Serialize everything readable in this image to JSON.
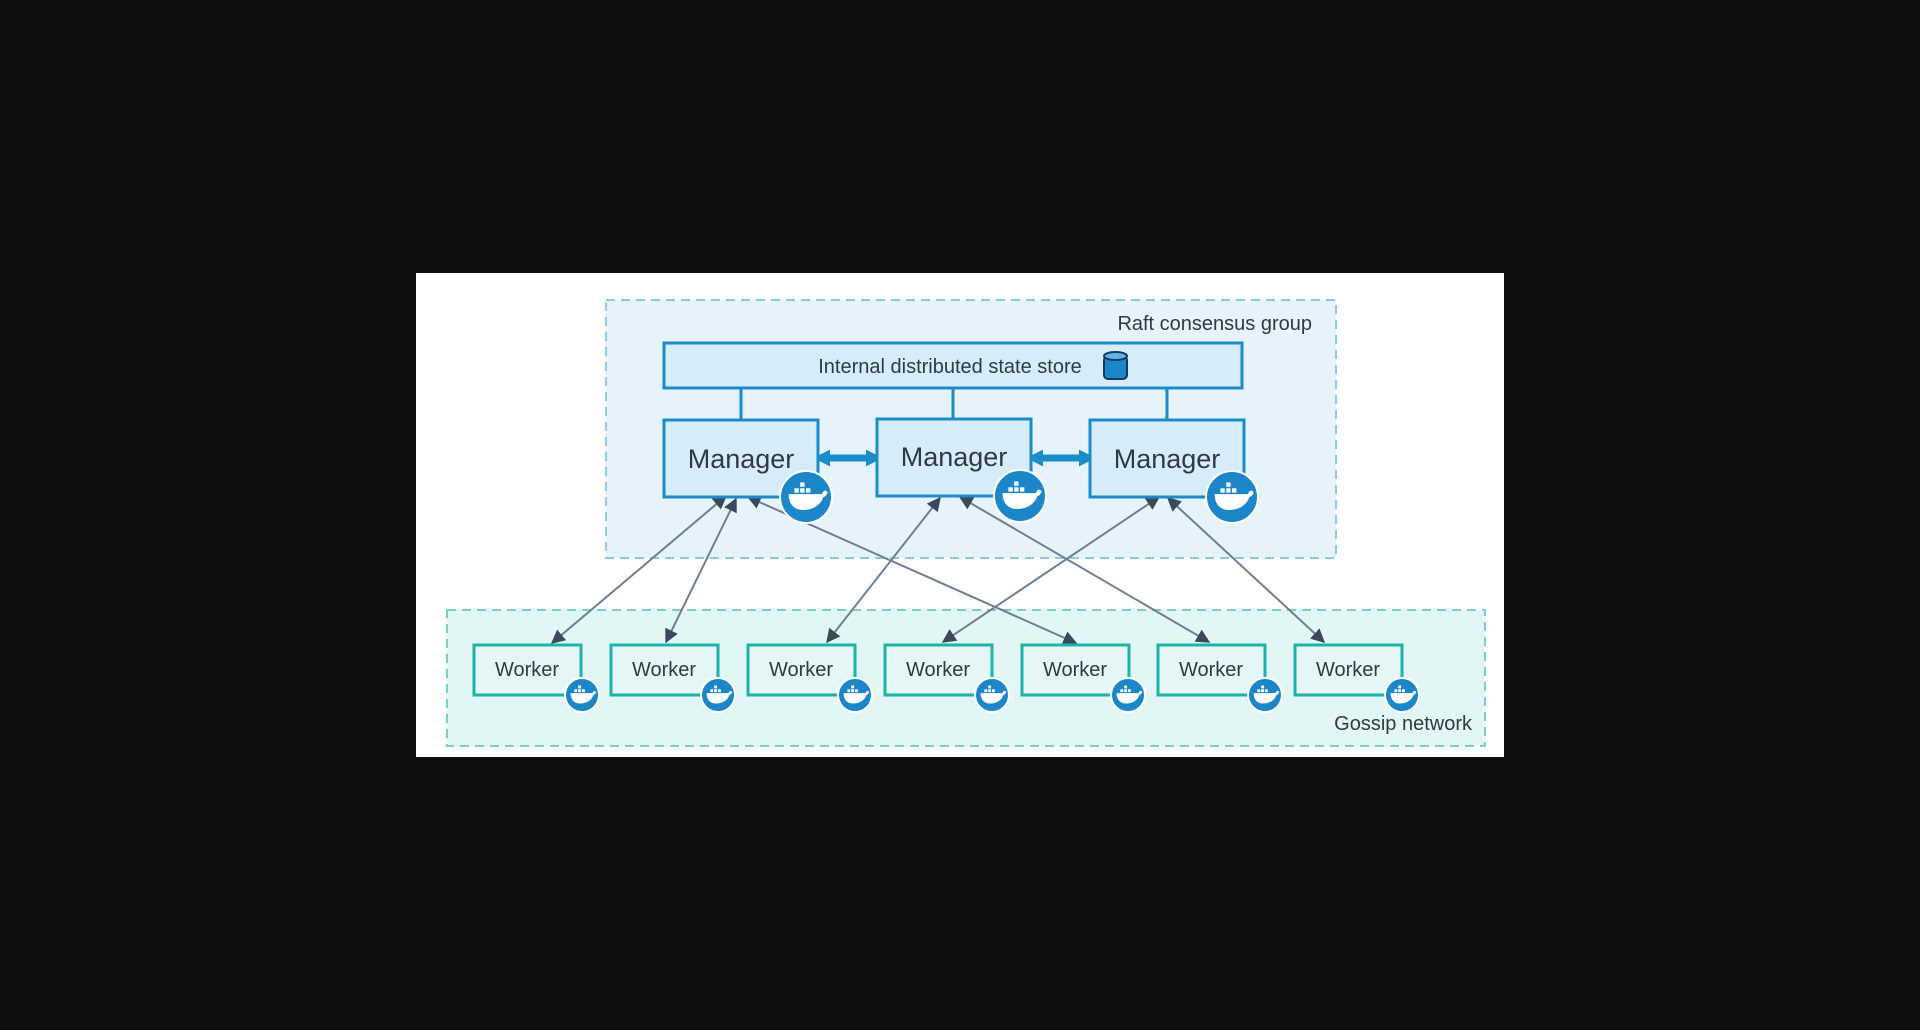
{
  "diagram": {
    "raft_group": {
      "label": "Raft consensus group"
    },
    "state_store": {
      "label": "Internal distributed state store",
      "icon": "database-icon"
    },
    "managers": [
      {
        "label": "Manager",
        "icon": "docker-whale-icon"
      },
      {
        "label": "Manager",
        "icon": "docker-whale-icon"
      },
      {
        "label": "Manager",
        "icon": "docker-whale-icon"
      }
    ],
    "gossip_network": {
      "label": "Gossip network"
    },
    "workers": [
      {
        "label": "Worker",
        "icon": "docker-whale-icon"
      },
      {
        "label": "Worker",
        "icon": "docker-whale-icon"
      },
      {
        "label": "Worker",
        "icon": "docker-whale-icon"
      },
      {
        "label": "Worker",
        "icon": "docker-whale-icon"
      },
      {
        "label": "Worker",
        "icon": "docker-whale-icon"
      },
      {
        "label": "Worker",
        "icon": "docker-whale-icon"
      },
      {
        "label": "Worker",
        "icon": "docker-whale-icon"
      }
    ],
    "colors": {
      "page_background": "#0f0f0f",
      "manager_accent": "#1a8cc9",
      "worker_accent": "#1db3a8",
      "docker_badge": "#1b86c8"
    }
  }
}
